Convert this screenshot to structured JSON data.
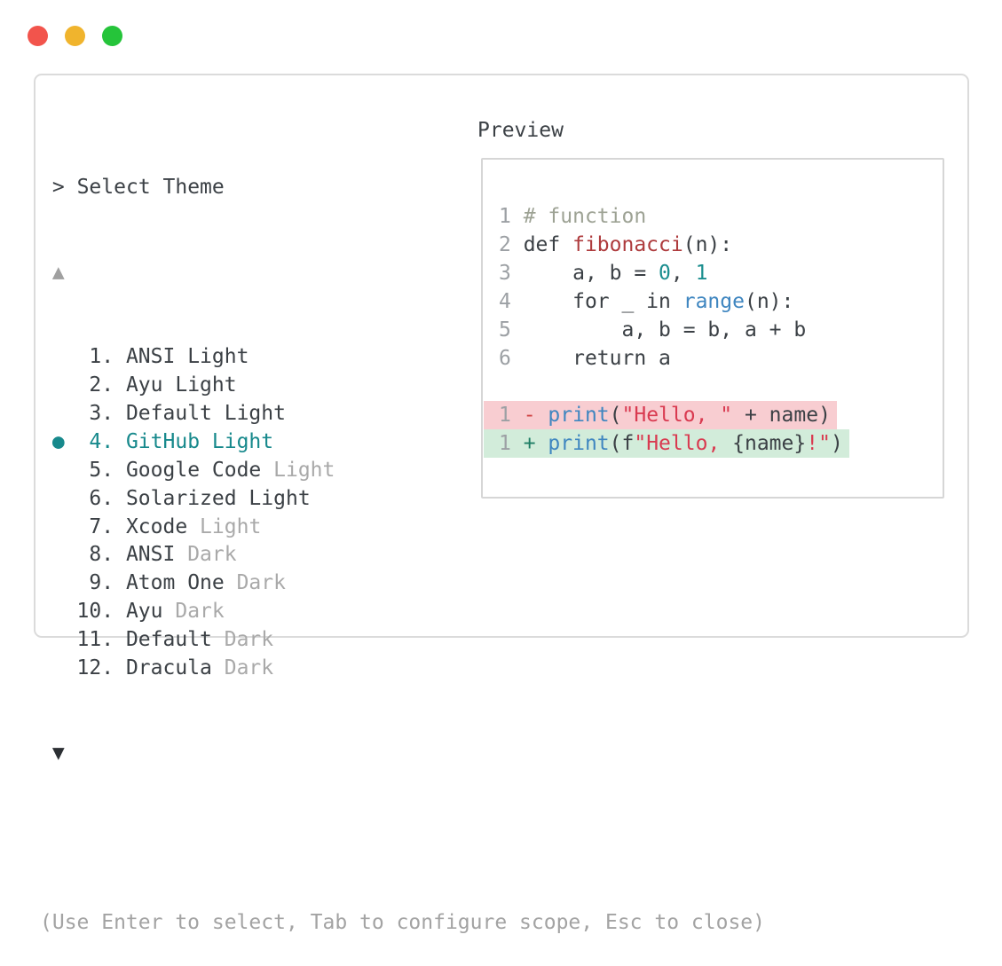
{
  "window": {
    "traffic_lights": [
      {
        "name": "close",
        "color": "#f2544c"
      },
      {
        "name": "minimize",
        "color": "#f0b42d"
      },
      {
        "name": "maximize",
        "color": "#25c43a"
      }
    ]
  },
  "colors": {
    "accent_teal": "#17898c",
    "text_dark": "#3b4045",
    "text_muted": "#a9a9a9",
    "panel_border": "#dbdbdb",
    "diff_delete_bg": "#f8cdd1",
    "diff_add_bg": "#d2ecda",
    "diff_delete_fg": "#d04545",
    "diff_add_fg": "#1e7d64",
    "string_red": "#d93a50",
    "function_red": "#ae3b3d",
    "builtin_blue": "#3f86c0",
    "number_teal": "#1b8e8f",
    "comment_gray": "#9da294"
  },
  "selector": {
    "prompt": ">",
    "title": "Select Theme",
    "scroll_up": "▲",
    "scroll_down": "▼",
    "selected_bullet": "●",
    "items": [
      {
        "num": 1,
        "name": "ANSI",
        "variant": "Light",
        "variant_muted": false,
        "selected": false
      },
      {
        "num": 2,
        "name": "Ayu",
        "variant": "Light",
        "variant_muted": false,
        "selected": false
      },
      {
        "num": 3,
        "name": "Default",
        "variant": "Light",
        "variant_muted": false,
        "selected": false
      },
      {
        "num": 4,
        "name": "GitHub",
        "variant": "Light",
        "variant_muted": false,
        "selected": true
      },
      {
        "num": 5,
        "name": "Google Code",
        "variant": "Light",
        "variant_muted": true,
        "selected": false
      },
      {
        "num": 6,
        "name": "Solarized",
        "variant": "Light",
        "variant_muted": false,
        "selected": false
      },
      {
        "num": 7,
        "name": "Xcode",
        "variant": "Light",
        "variant_muted": true,
        "selected": false
      },
      {
        "num": 8,
        "name": "ANSI",
        "variant": "Dark",
        "variant_muted": true,
        "selected": false
      },
      {
        "num": 9,
        "name": "Atom One",
        "variant": "Dark",
        "variant_muted": true,
        "selected": false
      },
      {
        "num": 10,
        "name": "Ayu",
        "variant": "Dark",
        "variant_muted": true,
        "selected": false
      },
      {
        "num": 11,
        "name": "Default",
        "variant": "Dark",
        "variant_muted": true,
        "selected": false
      },
      {
        "num": 12,
        "name": "Dracula",
        "variant": "Dark",
        "variant_muted": true,
        "selected": false
      }
    ],
    "hint": "(Use Enter to select, Tab to configure scope, Esc to close)"
  },
  "preview": {
    "label": "Preview",
    "code_lines": [
      {
        "diff": null,
        "tokens": [
          {
            "t": "1 ",
            "c": "ln"
          },
          {
            "t": "# function",
            "c": "comment"
          }
        ]
      },
      {
        "diff": null,
        "tokens": [
          {
            "t": "2 ",
            "c": "ln"
          },
          {
            "t": "def ",
            "c": "fg"
          },
          {
            "t": "fibonacci",
            "c": "func"
          },
          {
            "t": "(n):",
            "c": "fg"
          }
        ]
      },
      {
        "diff": null,
        "tokens": [
          {
            "t": "3 ",
            "c": "ln"
          },
          {
            "t": "    a, b = ",
            "c": "fg"
          },
          {
            "t": "0",
            "c": "num"
          },
          {
            "t": ", ",
            "c": "fg"
          },
          {
            "t": "1",
            "c": "num"
          }
        ]
      },
      {
        "diff": null,
        "tokens": [
          {
            "t": "4 ",
            "c": "ln"
          },
          {
            "t": "    for _ in ",
            "c": "fg"
          },
          {
            "t": "range",
            "c": "blue"
          },
          {
            "t": "(n):",
            "c": "fg"
          }
        ]
      },
      {
        "diff": null,
        "tokens": [
          {
            "t": "5 ",
            "c": "ln"
          },
          {
            "t": "        a, b = b, a + b",
            "c": "fg"
          }
        ]
      },
      {
        "diff": null,
        "tokens": [
          {
            "t": "6 ",
            "c": "ln"
          },
          {
            "t": "    return a",
            "c": "fg"
          }
        ]
      },
      {
        "diff": null,
        "tokens": []
      },
      {
        "diff": "del",
        "tokens": [
          {
            "t": "1 ",
            "c": "ln"
          },
          {
            "t": "- ",
            "c": "del"
          },
          {
            "t": "print",
            "c": "blue"
          },
          {
            "t": "(",
            "c": "fg"
          },
          {
            "t": "\"Hello, \"",
            "c": "str"
          },
          {
            "t": " + name)",
            "c": "fg"
          }
        ]
      },
      {
        "diff": "add",
        "tokens": [
          {
            "t": "1 ",
            "c": "ln"
          },
          {
            "t": "+ ",
            "c": "add"
          },
          {
            "t": "print",
            "c": "blue"
          },
          {
            "t": "(f",
            "c": "fg"
          },
          {
            "t": "\"Hello, ",
            "c": "str"
          },
          {
            "t": "{name}",
            "c": "fg"
          },
          {
            "t": "!\"",
            "c": "str"
          },
          {
            "t": ")",
            "c": "fg"
          }
        ]
      }
    ]
  }
}
